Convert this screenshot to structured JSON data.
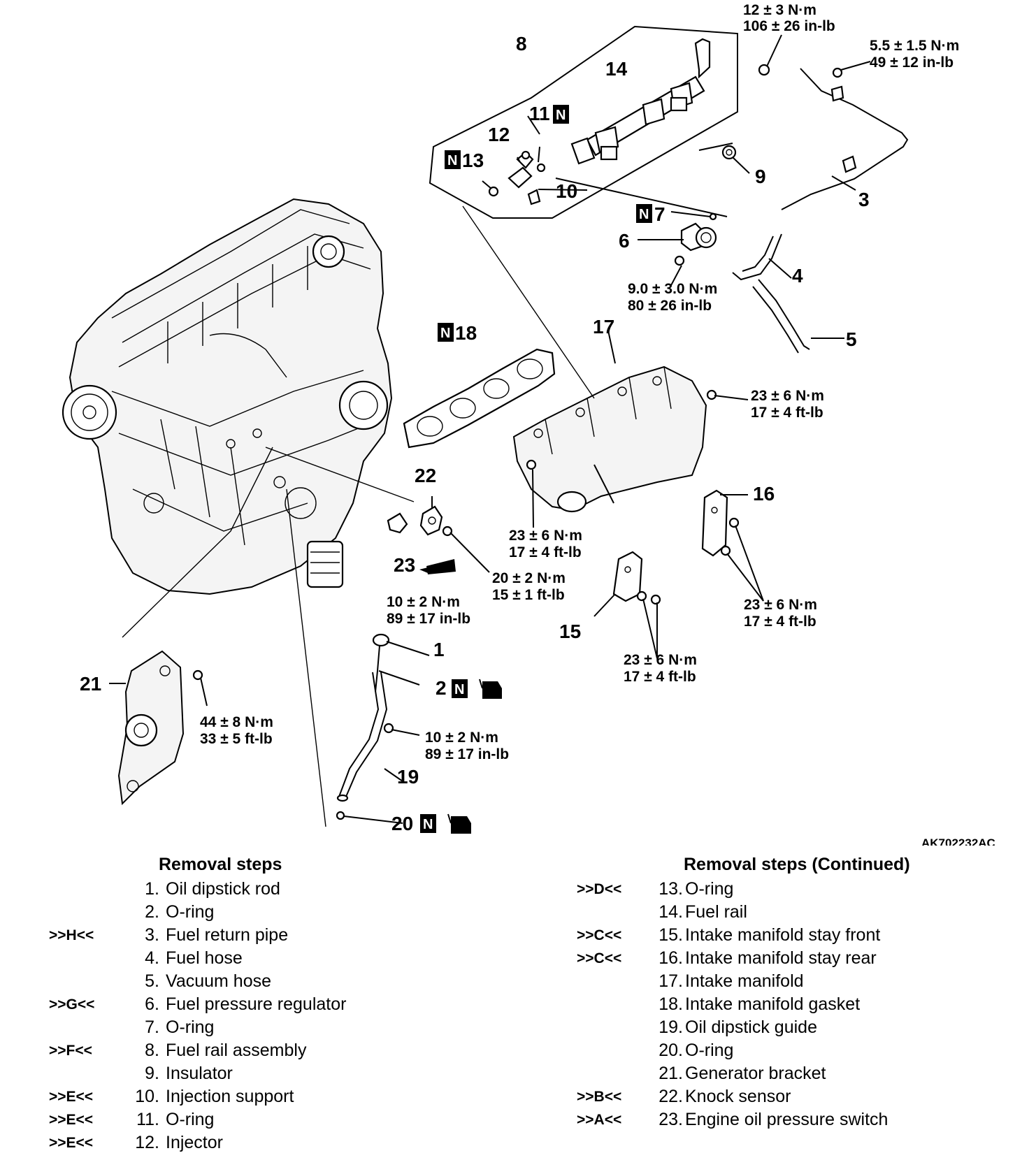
{
  "figure_id": "AK702232AC",
  "callouts": {
    "c1": "1",
    "c2": "2",
    "c3": "3",
    "c4": "4",
    "c5": "5",
    "c6": "6",
    "c7": "7",
    "c8": "8",
    "c9": "9",
    "c10": "10",
    "c11": "11",
    "c12": "12",
    "c13": "13",
    "c14": "14",
    "c15": "15",
    "c16": "16",
    "c17": "17",
    "c18": "18",
    "c19": "19",
    "c20": "20",
    "c21": "21",
    "c22": "22",
    "c23": "23"
  },
  "new_part_mark": "N",
  "torques": {
    "t_rail_top": [
      "12 ± 3 N·m",
      "106 ± 26 in-lb"
    ],
    "t_return_pipe": [
      "5.5 ± 1.5 N·m",
      "49 ± 12 in-lb"
    ],
    "t_regulator": [
      "9.0 ± 3.0 N·m",
      "80 ± 26 in-lb"
    ],
    "t_manifold_nut": [
      "23 ± 6 N·m",
      "17 ± 4 ft-lb"
    ],
    "t_manifold_bolt": [
      "23 ± 6 N·m",
      "17 ± 4 ft-lb"
    ],
    "t_knock_sensor": [
      "20 ± 2 N·m",
      "15 ± 1 ft-lb"
    ],
    "t_oil_switch": [
      "10 ± 2 N·m",
      "89 ± 17 in-lb"
    ],
    "t_stay_rear": [
      "23 ± 6 N·m",
      "17 ± 4 ft-lb"
    ],
    "t_stay_front": [
      "23 ± 6 N·m",
      "17 ± 4 ft-lb"
    ],
    "t_generator": [
      "44 ± 8 N·m",
      "33 ± 5 ft-lb"
    ],
    "t_dipstick_guide": [
      "10 ± 2 N·m",
      "89 ± 17 in-lb"
    ]
  },
  "removal_steps": {
    "title": "Removal steps",
    "items": [
      {
        "mark": "",
        "num": "1.",
        "name": "Oil dipstick rod"
      },
      {
        "mark": "",
        "num": "2.",
        "name": "O-ring"
      },
      {
        "mark": ">>H<<",
        "num": "3.",
        "name": "Fuel return pipe"
      },
      {
        "mark": "",
        "num": "4.",
        "name": "Fuel hose"
      },
      {
        "mark": "",
        "num": "5.",
        "name": "Vacuum hose"
      },
      {
        "mark": ">>G<<",
        "num": "6.",
        "name": "Fuel pressure regulator"
      },
      {
        "mark": "",
        "num": "7.",
        "name": "O-ring"
      },
      {
        "mark": ">>F<<",
        "num": "8.",
        "name": "Fuel rail assembly"
      },
      {
        "mark": "",
        "num": "9.",
        "name": "Insulator"
      },
      {
        "mark": ">>E<<",
        "num": "10.",
        "name": "Injection support"
      },
      {
        "mark": ">>E<<",
        "num": "11.",
        "name": "O-ring"
      },
      {
        "mark": ">>E<<",
        "num": "12.",
        "name": "Injector"
      }
    ]
  },
  "removal_steps_continued": {
    "title": "Removal steps (Continued)",
    "items": [
      {
        "mark": ">>D<<",
        "num": "13.",
        "name": "O-ring"
      },
      {
        "mark": "",
        "num": "14.",
        "name": "Fuel rail"
      },
      {
        "mark": ">>C<<",
        "num": "15.",
        "name": "Intake manifold stay front"
      },
      {
        "mark": ">>C<<",
        "num": "16.",
        "name": "Intake manifold stay rear"
      },
      {
        "mark": "",
        "num": "17.",
        "name": "Intake manifold"
      },
      {
        "mark": "",
        "num": "18.",
        "name": "Intake manifold gasket"
      },
      {
        "mark": "",
        "num": "19.",
        "name": "Oil dipstick guide"
      },
      {
        "mark": "",
        "num": "20.",
        "name": "O-ring"
      },
      {
        "mark": "",
        "num": "21.",
        "name": "Generator bracket"
      },
      {
        "mark": ">>B<<",
        "num": "22.",
        "name": "Knock sensor"
      },
      {
        "mark": ">>A<<",
        "num": "23.",
        "name": "Engine oil pressure switch"
      }
    ]
  }
}
